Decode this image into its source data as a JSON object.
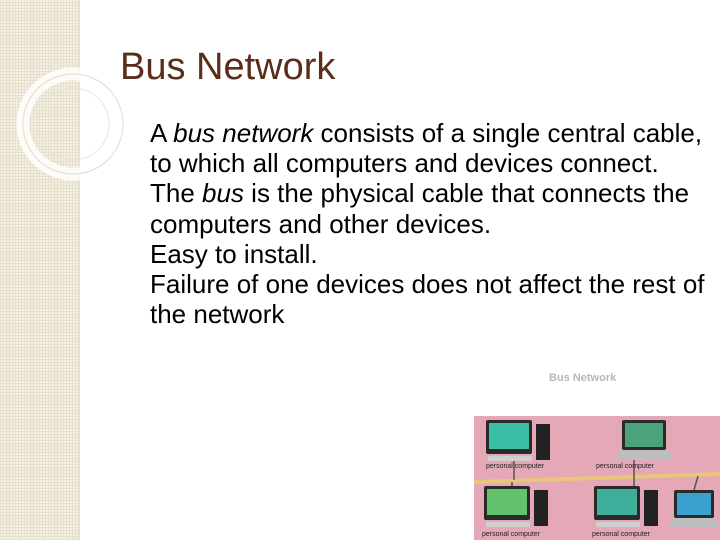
{
  "slide": {
    "title": "Bus Network",
    "bullet_glyph": "",
    "bullets": [
      {
        "pre": "A ",
        "em": "bus network",
        "post": " consists of a single central cable, to which all computers and devices connect."
      },
      {
        "pre": "The ",
        "em": "bus",
        "post": " is the physical cable that connects the computers and other devices."
      },
      {
        "pre": "Easy to install.",
        "em": "",
        "post": ""
      },
      {
        "pre": "Failure of one devices does not affect the rest of the network",
        "em": "",
        "post": ""
      }
    ]
  },
  "figure": {
    "caption": "Bus Network",
    "labels": [
      "personal computer",
      "personal computer",
      "personal computer",
      "personal computer"
    ]
  }
}
